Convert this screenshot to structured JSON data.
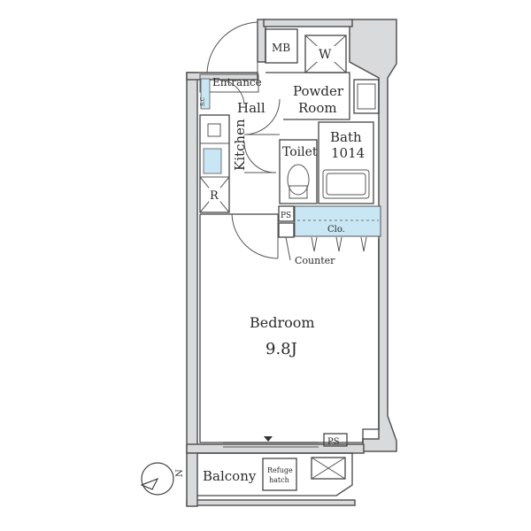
{
  "rooms": {
    "entrance": "Entrance",
    "shoe_storage": "S.C",
    "hall": "Hall",
    "kitchen": "Kitchen",
    "refrigerator": "R",
    "powder_room_line1": "Powder",
    "powder_room_line2": "Room",
    "washer": "W",
    "meter_box": "MB",
    "bath_line1": "Bath",
    "bath_line2": "1014",
    "toilet": "Toilet",
    "pipe_space_top": "PS",
    "closet": "Clo.",
    "counter": "Counter",
    "bedroom": "Bedroom",
    "bedroom_size": "9.8J",
    "pipe_space_bottom": "PS",
    "balcony": "Balcony",
    "refuge_hatch_line1": "Refuge",
    "refuge_hatch_line2": "hatch",
    "compass_north": "N"
  },
  "colors": {
    "wall_fill": "#d9dadb",
    "accent_blue": "#c8e6f3",
    "line": "#444444"
  }
}
